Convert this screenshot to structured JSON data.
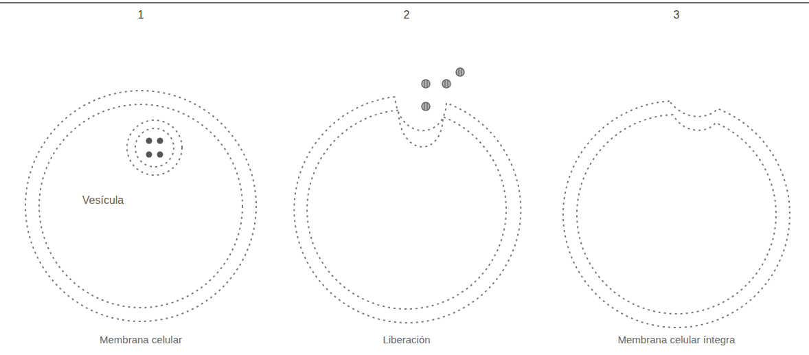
{
  "diagram": {
    "labels": [
      "1",
      "2",
      "3",
      "Vesícula",
      "Membrana celular",
      "Liberación",
      "Membrana celular íntegra"
    ]
  }
}
